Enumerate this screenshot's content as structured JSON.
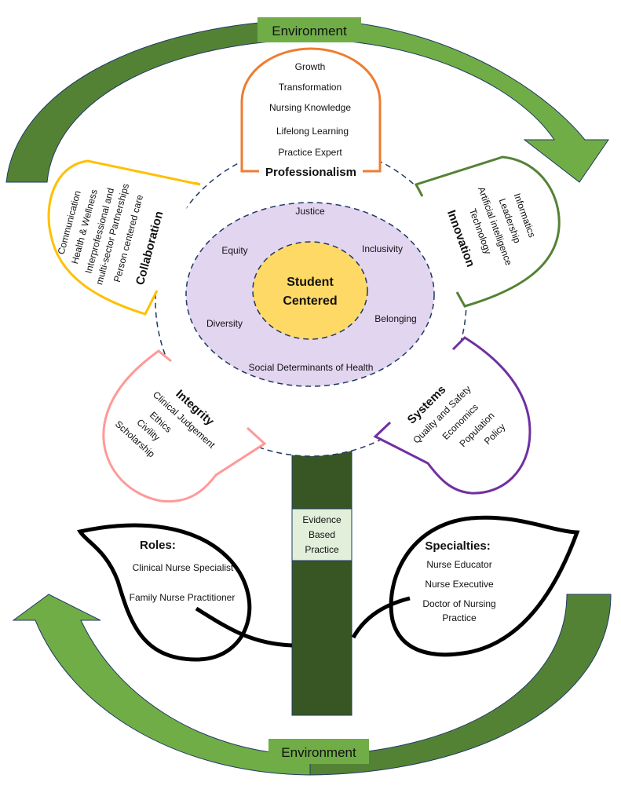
{
  "environment": {
    "top_label": "Environment",
    "bottom_label": "Environment"
  },
  "colors": {
    "arrow_light": "#70ad47",
    "arrow_dark": "#548235",
    "arrow_outline": "#1f3864",
    "env_box": "#70ad47",
    "professionalism": "#ed7d31",
    "collaboration": "#ffc000",
    "innovation": "#548235",
    "integrity": "#ff9999",
    "systems": "#7030a0",
    "outer_ring": "#e2d5f0",
    "center": "#ffd966",
    "dash": "#1f3864",
    "stem": "#375623",
    "ebp_box": "#e2efda"
  },
  "center": {
    "line1": "Student",
    "line2": "Centered"
  },
  "ring_values": [
    "Justice",
    "Inclusivity",
    "Belonging",
    "Social Determinants of Health",
    "Diversity",
    "Equity"
  ],
  "petals": {
    "professionalism": {
      "title": "Professionalism",
      "items": [
        "Growth",
        "Transformation",
        "Nursing Knowledge",
        "Lifelong Learning",
        "Practice Expert"
      ]
    },
    "collaboration": {
      "title": "Collaboration",
      "items": [
        "Communication",
        "Health & Wellness",
        "Interprofessional and",
        "multi-sector Partnerships",
        "Person centered care"
      ]
    },
    "innovation": {
      "title": "Innovation",
      "items": [
        "Informatics",
        "Leadership",
        "Artificial intelligence",
        "Technology"
      ]
    },
    "integrity": {
      "title": "Integrity",
      "items": [
        "Clinical Judgement",
        "Ethics",
        "Civility",
        "Scholarship"
      ]
    },
    "systems": {
      "title": "Systems",
      "items": [
        "Quality and Safety",
        "Economics",
        "Population",
        "Policy"
      ]
    }
  },
  "stem": {
    "label_line1": "Evidence",
    "label_line2": "Based",
    "label_line3": "Practice"
  },
  "leaves": {
    "roles": {
      "title": "Roles:",
      "items": [
        "Clinical Nurse Specialist",
        "Family Nurse Practitioner"
      ]
    },
    "specialties": {
      "title": "Specialties:",
      "items": [
        "Nurse Educator",
        "Nurse Executive",
        "Doctor of Nursing",
        "Practice"
      ]
    }
  }
}
